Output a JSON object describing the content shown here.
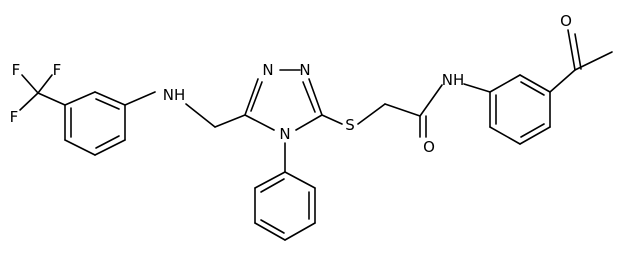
{
  "molecule": {
    "atoms": {
      "F1": "F",
      "F2": "F",
      "F3": "F",
      "NH_left": "NH",
      "N_ring_1": "N",
      "N_ring_2": "N",
      "N_ring_4": "N",
      "S": "S",
      "O_amide": "O",
      "NH_right": "NH",
      "O_acetyl": "O"
    },
    "colors": {
      "bond": "#000000",
      "label": "#000000",
      "background": "#ffffff"
    }
  }
}
